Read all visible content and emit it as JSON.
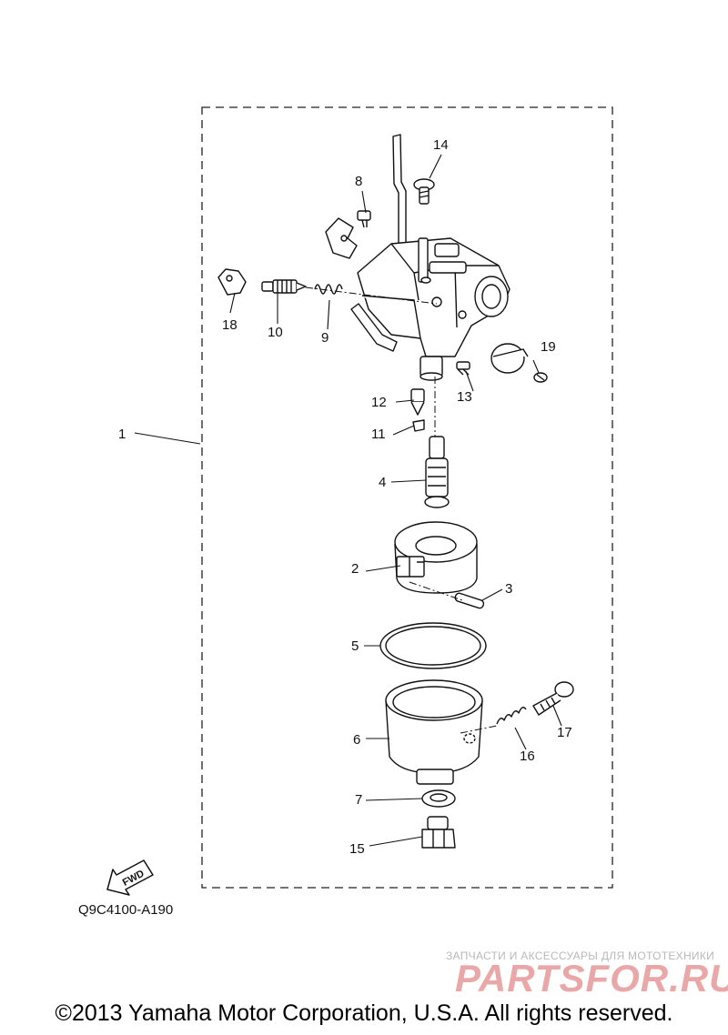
{
  "callouts": [
    "1",
    "2",
    "3",
    "4",
    "5",
    "6",
    "7",
    "8",
    "9",
    "10",
    "11",
    "12",
    "13",
    "14",
    "15",
    "16",
    "17",
    "18",
    "19"
  ],
  "fwd_label": "FWD",
  "diagram_code": "Q9C4100-A190",
  "watermark": {
    "tagline": "ЗАПЧАСТИ И АКСЕССУАРЫ ДЛЯ МОТОТЕХНИКИ",
    "brand": "PARTSFOR.RU"
  },
  "copyright": "©2013 Yamaha Motor Corporation, U.S.A. All rights reserved."
}
